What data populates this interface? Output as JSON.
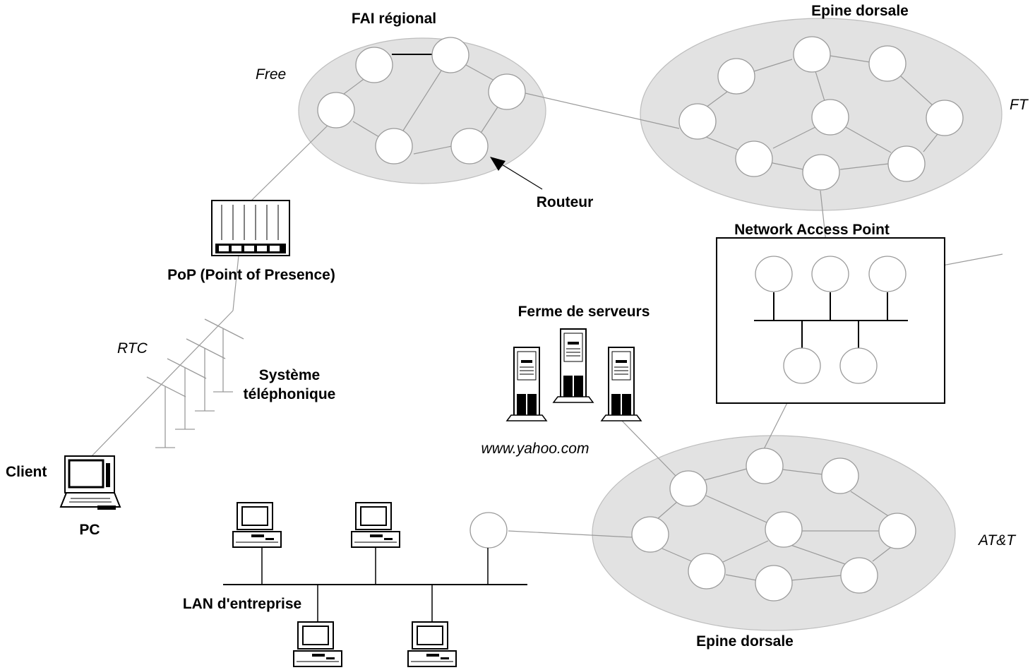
{
  "labels": {
    "fai_regional": "FAI régional",
    "free": "Free",
    "epine_top": "Epine dorsale",
    "ft": "FT",
    "routeur": "Routeur",
    "nap": "Network Access Point",
    "pop": "PoP (Point of Presence)",
    "rtc": "RTC",
    "systeme_line1": "Système",
    "systeme_line2": "téléphonique",
    "ferme": "Ferme de serveurs",
    "yahoo": "www.yahoo.com",
    "client": "Client",
    "pc": "PC",
    "att": "AT&T",
    "lan": "LAN d'entreprise",
    "epine_bottom": "Epine dorsale"
  },
  "icons": [
    "router-node-icon",
    "pop-device-icon",
    "telephone-pole-icon",
    "server-tower-icon",
    "laptop-icon",
    "desktop-computer-icon"
  ],
  "colors": {
    "cloud": "#e2e2e2",
    "link": "#9a9a9a",
    "node": "#ffffff"
  }
}
